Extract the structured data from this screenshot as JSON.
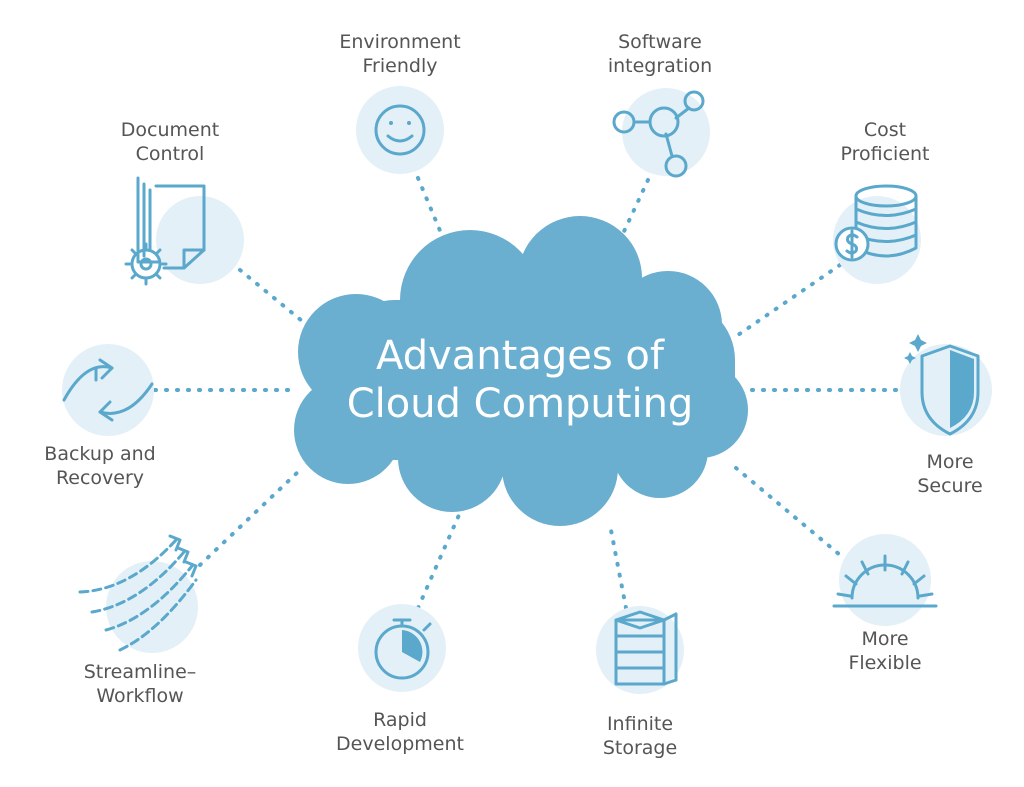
{
  "title": {
    "line1": "Advantages of",
    "line2": "Cloud Computing"
  },
  "colors": {
    "accent": "#5aa8cc",
    "cloud": "#6aaed0",
    "circle": "#e4f0f7",
    "text": "#555555",
    "connector": "#5aa8cc"
  },
  "nodes": {
    "environment": {
      "line1": "Environment",
      "line2": "Friendly",
      "icon": "smiley-icon"
    },
    "software": {
      "line1": "Software",
      "line2": "integration",
      "icon": "network-nodes-icon"
    },
    "document": {
      "line1": "Document",
      "line2": "Control",
      "icon": "document-gear-icon"
    },
    "cost": {
      "line1": "Cost",
      "line2": "Proficient",
      "icon": "coin-stack-icon"
    },
    "backup": {
      "line1": "Backup and",
      "line2": "Recovery",
      "icon": "sync-arrows-icon"
    },
    "secure": {
      "line1": "More",
      "line2": "Secure",
      "icon": "shield-icon"
    },
    "streamline": {
      "line1": "Streamline–",
      "line2": "Workflow",
      "icon": "flow-arrows-icon"
    },
    "flexible": {
      "line1": "More",
      "line2": "Flexible",
      "icon": "sunrise-icon"
    },
    "rapid": {
      "line1": "Rapid",
      "line2": "Development",
      "icon": "stopwatch-icon"
    },
    "storage": {
      "line1": "Infinite",
      "line2": "Storage",
      "icon": "storage-stack-icon"
    }
  }
}
